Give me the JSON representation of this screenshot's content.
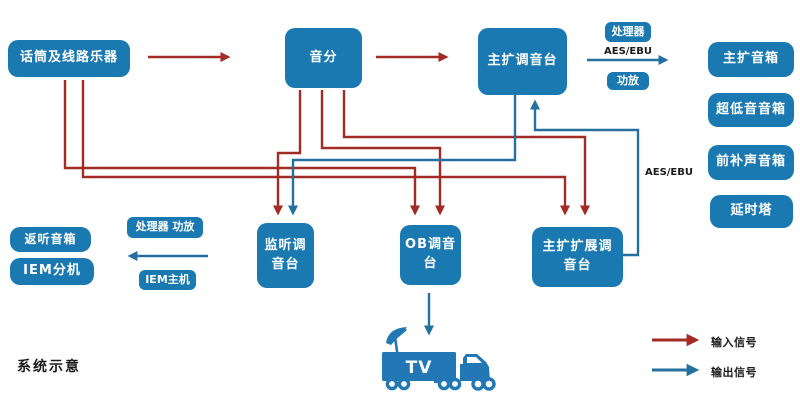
{
  "colors": {
    "box_blue": "#1b79b2",
    "red": "#a22b25",
    "blue": "#24709e",
    "text_white": "#ffffff",
    "label_black": "#1a1a1a"
  },
  "nodes": {
    "mic": {
      "label": "话筒及线路乐器"
    },
    "splitter": {
      "label": "音分"
    },
    "main_console": {
      "label": "主扩调音台"
    },
    "main_speaker": {
      "label": "主扩音箱"
    },
    "sub_speaker": {
      "label": "超低音音箱"
    },
    "front_fill_speaker": {
      "label": "前补声音箱"
    },
    "delay_tower": {
      "label": "延时塔"
    },
    "monitor_console": {
      "label": "监听调音台"
    },
    "ob_console": {
      "label": "OB调音台"
    },
    "ext_console": {
      "label": "主扩扩展调音台"
    },
    "listen_back_speaker": {
      "label": "返听音箱"
    },
    "iem_unit": {
      "label": "IEM分机"
    }
  },
  "tags": {
    "processor": "处理器",
    "amp": "功放",
    "processor_amp": "处理器 功放",
    "iem_host": "IEM主机",
    "aes_ebu_top": "AES/EBU",
    "aes_ebu_right": "AES/EBU"
  },
  "truck": {
    "label": "TV"
  },
  "footer": {
    "caption": "系统示意"
  },
  "legend": {
    "input": "输入信号",
    "output": "输出信号"
  },
  "connections": [
    {
      "from": "mic",
      "to": "splitter",
      "type": "input"
    },
    {
      "from": "splitter",
      "to": "main_console",
      "type": "input"
    },
    {
      "from": "mic",
      "to": "ob_console",
      "type": "input"
    },
    {
      "from": "mic",
      "to": "ext_console",
      "type": "input"
    },
    {
      "from": "splitter",
      "to": "monitor_console",
      "type": "input"
    },
    {
      "from": "splitter",
      "to": "ob_console",
      "type": "input"
    },
    {
      "from": "splitter",
      "to": "ext_console",
      "type": "input"
    },
    {
      "from": "main_console",
      "to": "main_speaker",
      "type": "output",
      "via": "处理器 AES/EBU 功放"
    },
    {
      "from": "main_console",
      "to": "monitor_console",
      "type": "output"
    },
    {
      "from": "ext_console",
      "to": "main_console",
      "type": "output",
      "via": "AES/EBU"
    },
    {
      "from": "ob_console",
      "to": "tv_truck",
      "type": "output"
    },
    {
      "from": "monitor_console",
      "to": "iem_unit",
      "type": "output",
      "via": "处理器 功放 / IEM主机"
    }
  ]
}
